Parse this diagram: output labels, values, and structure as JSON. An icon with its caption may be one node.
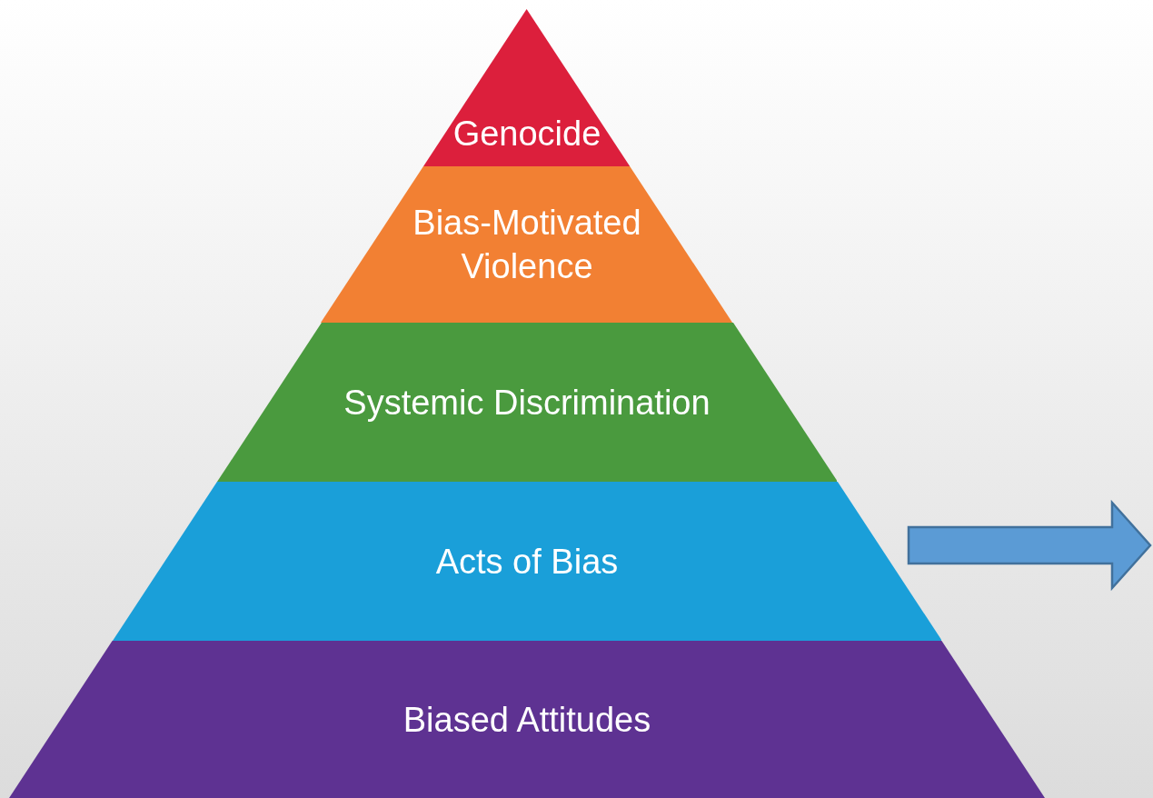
{
  "diagram": {
    "nodes": [
      {
        "text": [
          "Genocide"
        ]
      },
      {
        "text": [
          "Bias-Motivated Violence"
        ]
      },
      {
        "text": [
          "Systemic Discrimination"
        ]
      },
      {
        "text": [
          "Acts of Bias"
        ]
      },
      {
        "text": [
          "Biased Attitudes"
        ]
      }
    ]
  }
}
